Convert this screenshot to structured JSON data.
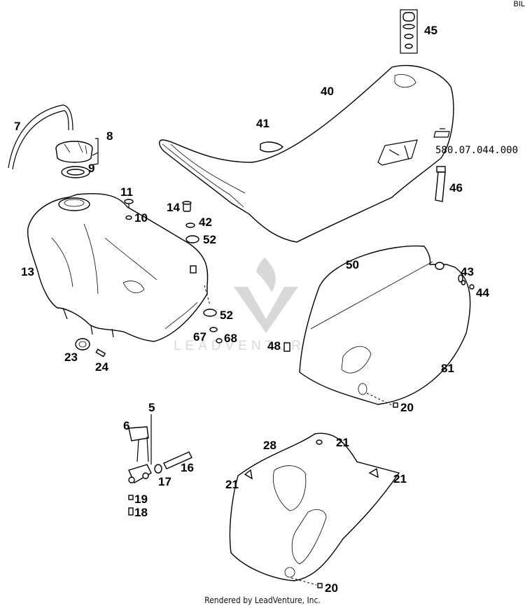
{
  "page": {
    "corner_text": "BIL",
    "footer": "Rendered by LeadVenture, Inc.",
    "watermark": "LEADVENTURE",
    "handwritten_part_number": "580.07.044.000"
  },
  "callouts": {
    "c5": "5",
    "c6": "6",
    "c7": "7",
    "c8": "8",
    "c9": "9",
    "c10": "10",
    "c11": "11",
    "c13": "13",
    "c14": "14",
    "c16": "16",
    "c17": "17",
    "c18": "18",
    "c19": "19",
    "c20a": "20",
    "c20b": "20",
    "c21a": "21",
    "c21b": "21",
    "c21c": "21",
    "c23": "23",
    "c24": "24",
    "c28": "28",
    "c40": "40",
    "c41": "41",
    "c42": "42",
    "c43": "43",
    "c44": "44",
    "c45": "45",
    "c46": "46",
    "c48": "48",
    "c50": "50",
    "c52a": "52",
    "c52b": "52",
    "c67": "67",
    "c68": "68",
    "c81": "81"
  }
}
